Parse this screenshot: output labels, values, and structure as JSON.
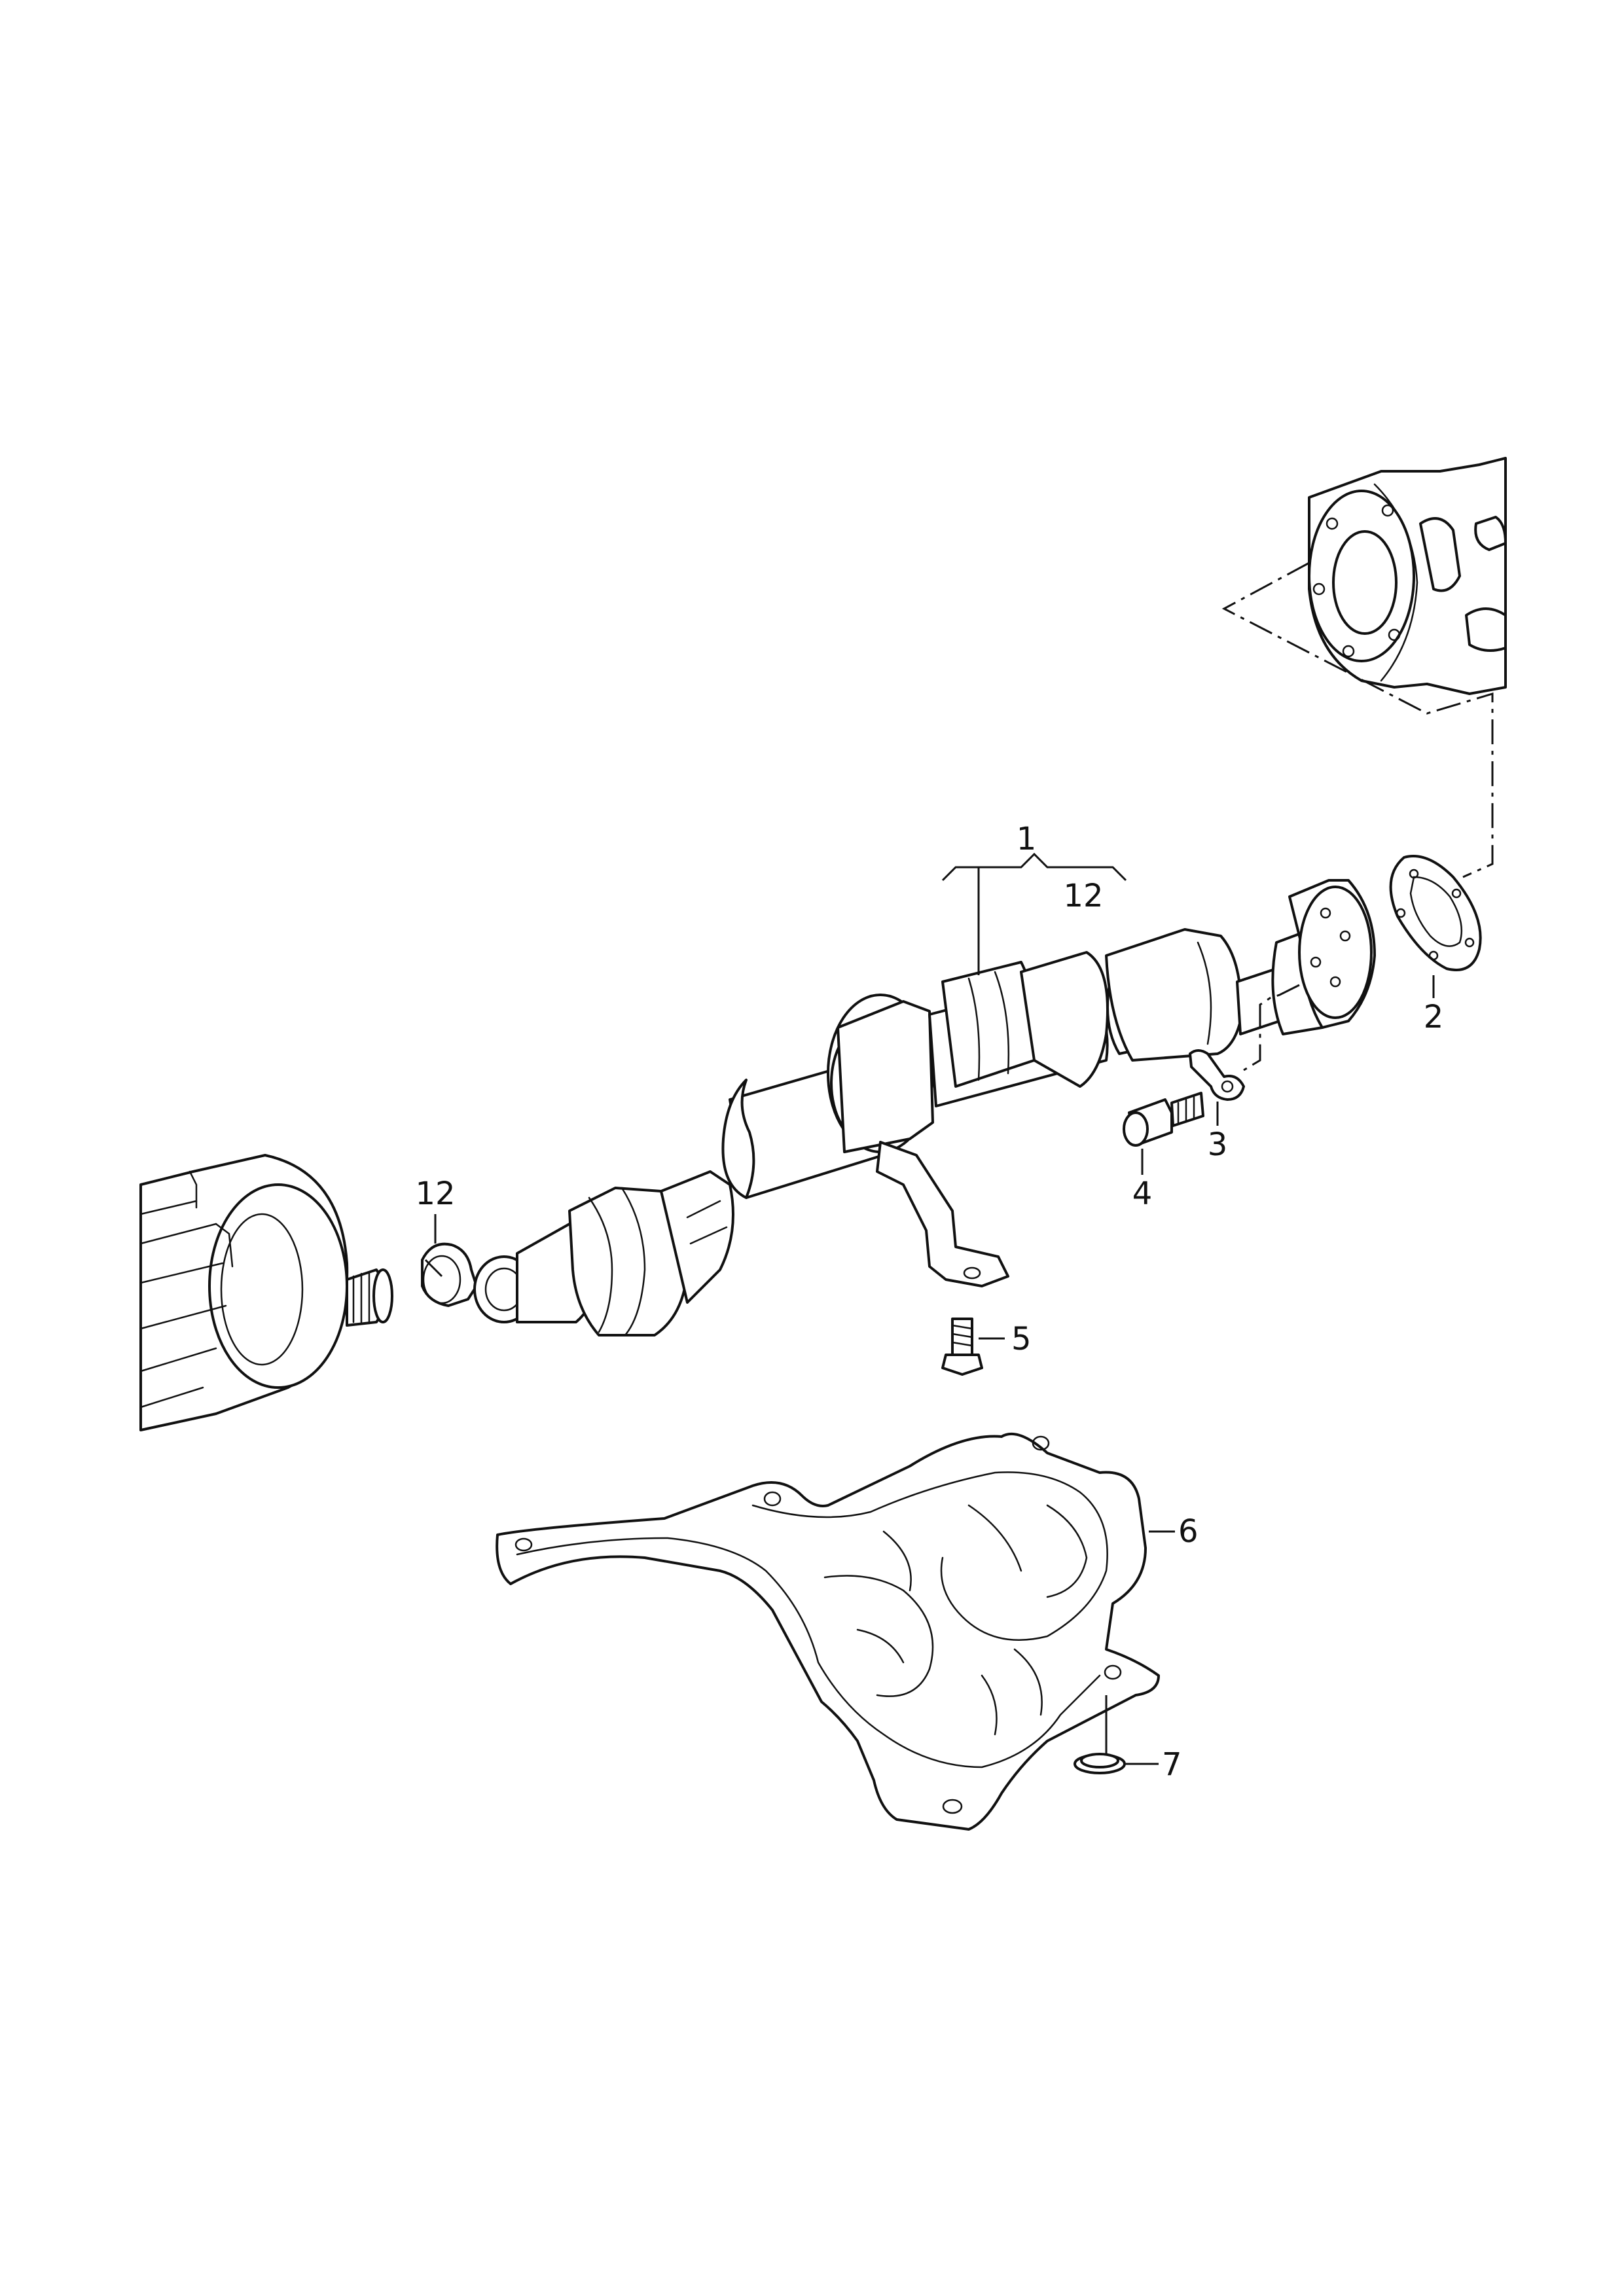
{
  "callouts": [
    {
      "id": "c1",
      "text": "1"
    },
    {
      "id": "c12a",
      "text": "12"
    },
    {
      "id": "c2",
      "text": "2"
    },
    {
      "id": "c3",
      "text": "3"
    },
    {
      "id": "c4",
      "text": "4"
    },
    {
      "id": "c5",
      "text": "5"
    },
    {
      "id": "c6",
      "text": "6"
    },
    {
      "id": "c7",
      "text": "7"
    },
    {
      "id": "c12b",
      "text": "12"
    }
  ],
  "colors": {
    "line": "#111111",
    "background": "#ffffff"
  }
}
